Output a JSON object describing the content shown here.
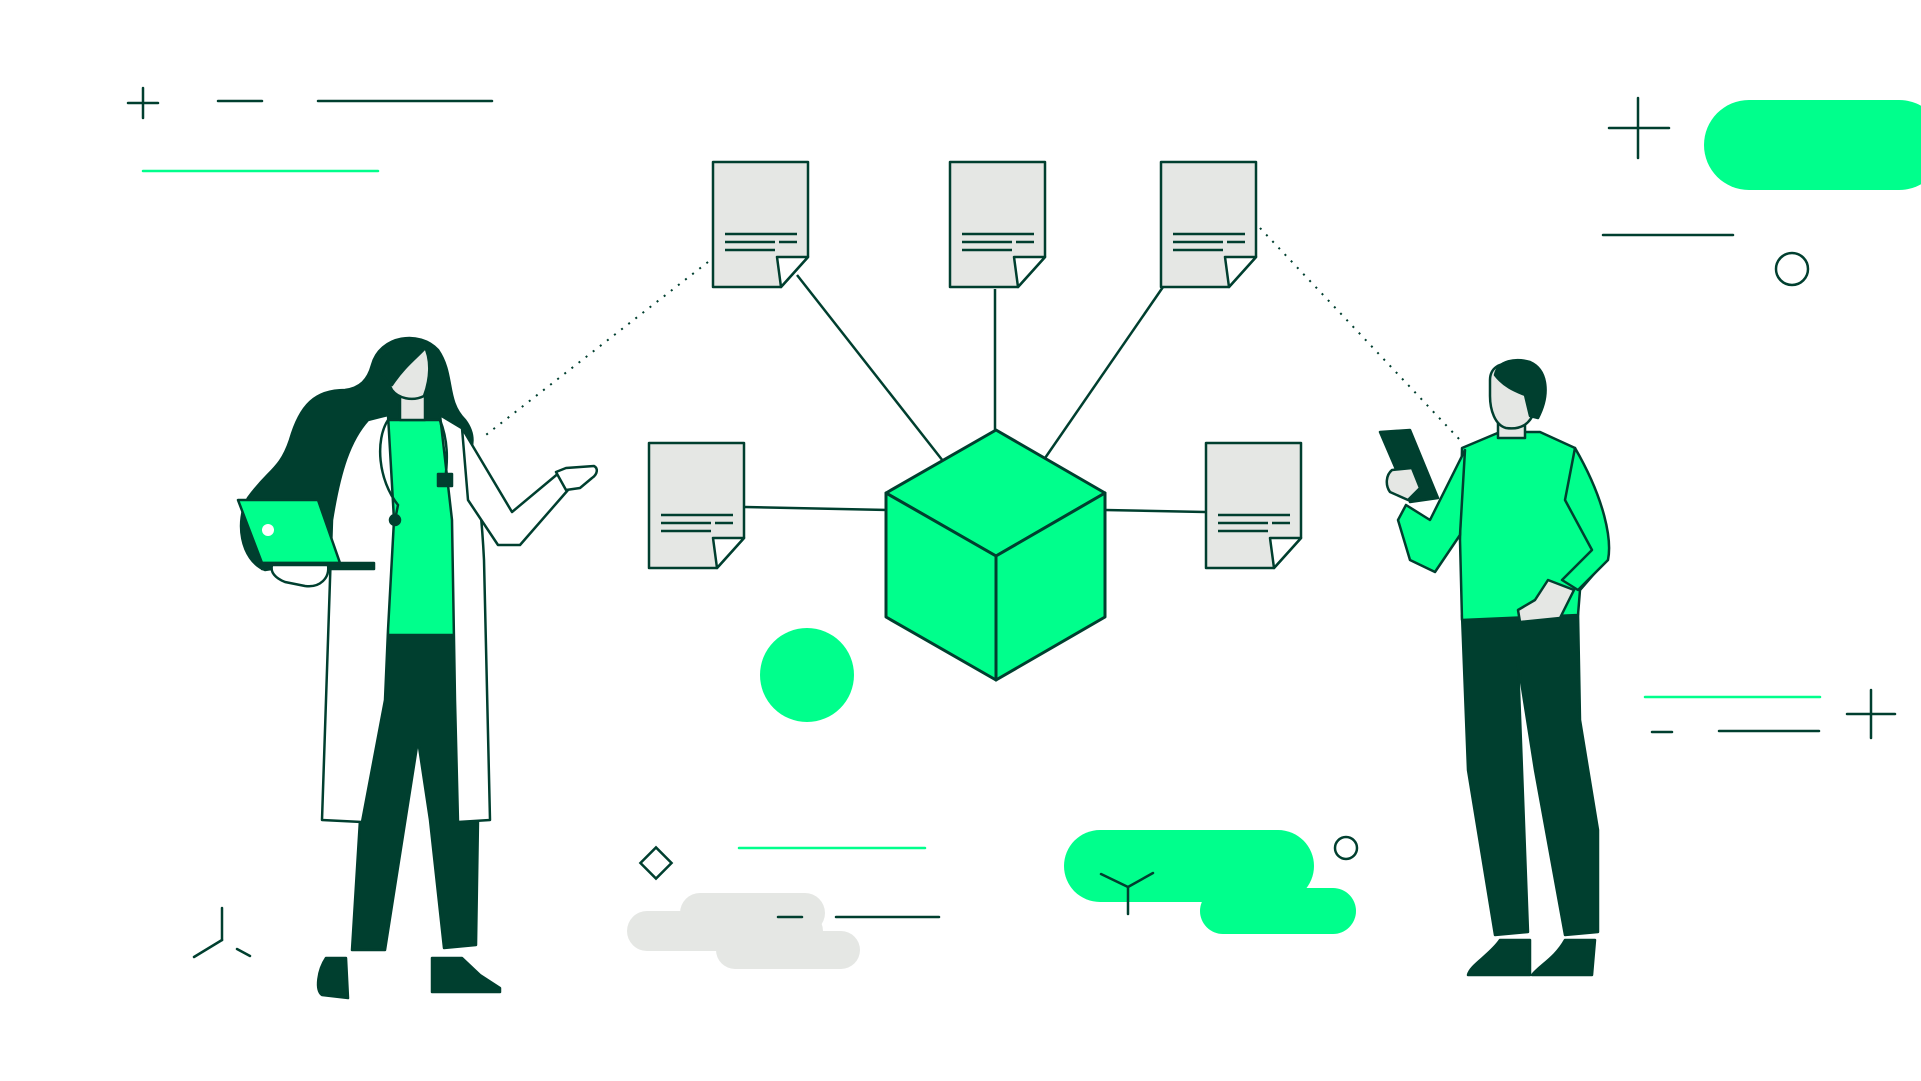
{
  "illustration": {
    "colors": {
      "accent": "#00FF8C",
      "ink": "#003F2F",
      "paper": "#E5E7E4",
      "background": "#FFFFFF",
      "cloud_gray": "#E5E7E4"
    },
    "hub": {
      "icon": "cube-icon"
    },
    "documents": [
      {
        "name": "document-top-left",
        "icon": "document-icon",
        "text_lines": 3
      },
      {
        "name": "document-top-center",
        "icon": "document-icon",
        "text_lines": 3
      },
      {
        "name": "document-top-right",
        "icon": "document-icon",
        "text_lines": 3
      },
      {
        "name": "document-middle-left",
        "icon": "document-icon",
        "text_lines": 3
      },
      {
        "name": "document-middle-right",
        "icon": "document-icon",
        "text_lines": 3
      }
    ],
    "people": [
      {
        "name": "doctor-figure",
        "holds": "laptop-icon",
        "wears": "stethoscope-icon"
      },
      {
        "name": "man-figure",
        "holds": "tablet-icon"
      }
    ]
  }
}
